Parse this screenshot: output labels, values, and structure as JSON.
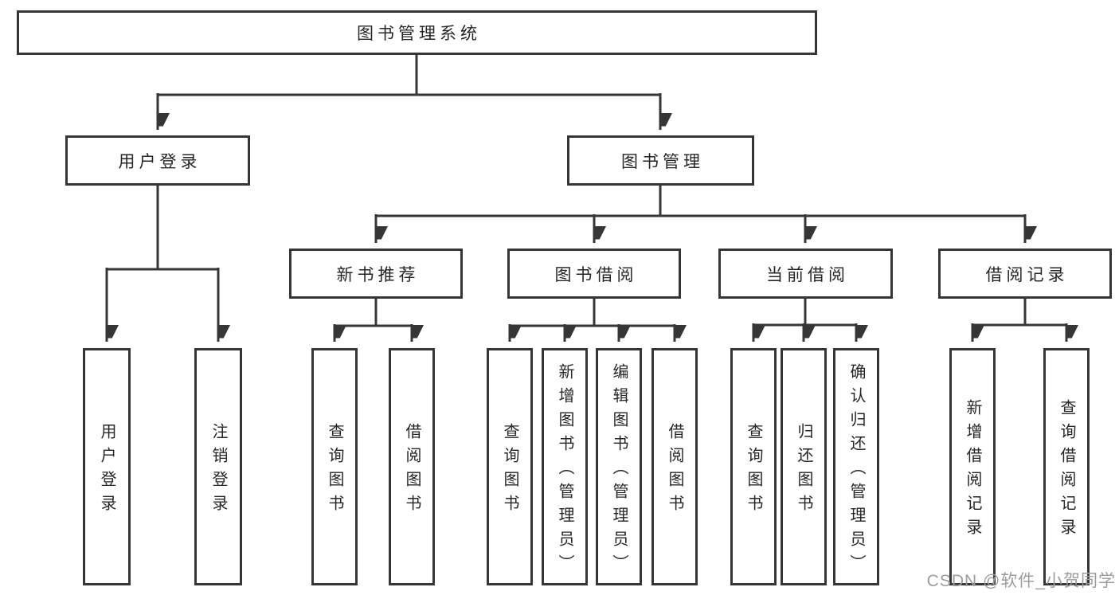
{
  "tree": {
    "label": "图书管理系统",
    "children": [
      {
        "label": "用户登录",
        "children": [
          {
            "label": "用户登录"
          },
          {
            "label": "注销登录"
          }
        ]
      },
      {
        "label": "图书管理",
        "children": [
          {
            "label": "新书推荐",
            "children": [
              {
                "label": "查询图书"
              },
              {
                "label": "借阅图书"
              }
            ]
          },
          {
            "label": "图书借阅",
            "children": [
              {
                "label": "查询图书"
              },
              {
                "label": "新增图书（管理员）"
              },
              {
                "label": "编辑图书（管理员）"
              },
              {
                "label": "借阅图书"
              }
            ]
          },
          {
            "label": "当前借阅",
            "children": [
              {
                "label": "查询图书"
              },
              {
                "label": "归还图书"
              },
              {
                "label": "确认归还（管理员）"
              }
            ]
          },
          {
            "label": "借阅记录",
            "children": [
              {
                "label": "新增借阅记录"
              },
              {
                "label": "查询借阅记录"
              }
            ]
          }
        ]
      }
    ]
  },
  "watermark": {
    "text": "CSDN @软件_小贺同学"
  },
  "colors": {
    "line": "#363636",
    "box_border": "#363636",
    "text": "#262626",
    "watermark": "#9d9d9d",
    "background": "#ffffff"
  }
}
